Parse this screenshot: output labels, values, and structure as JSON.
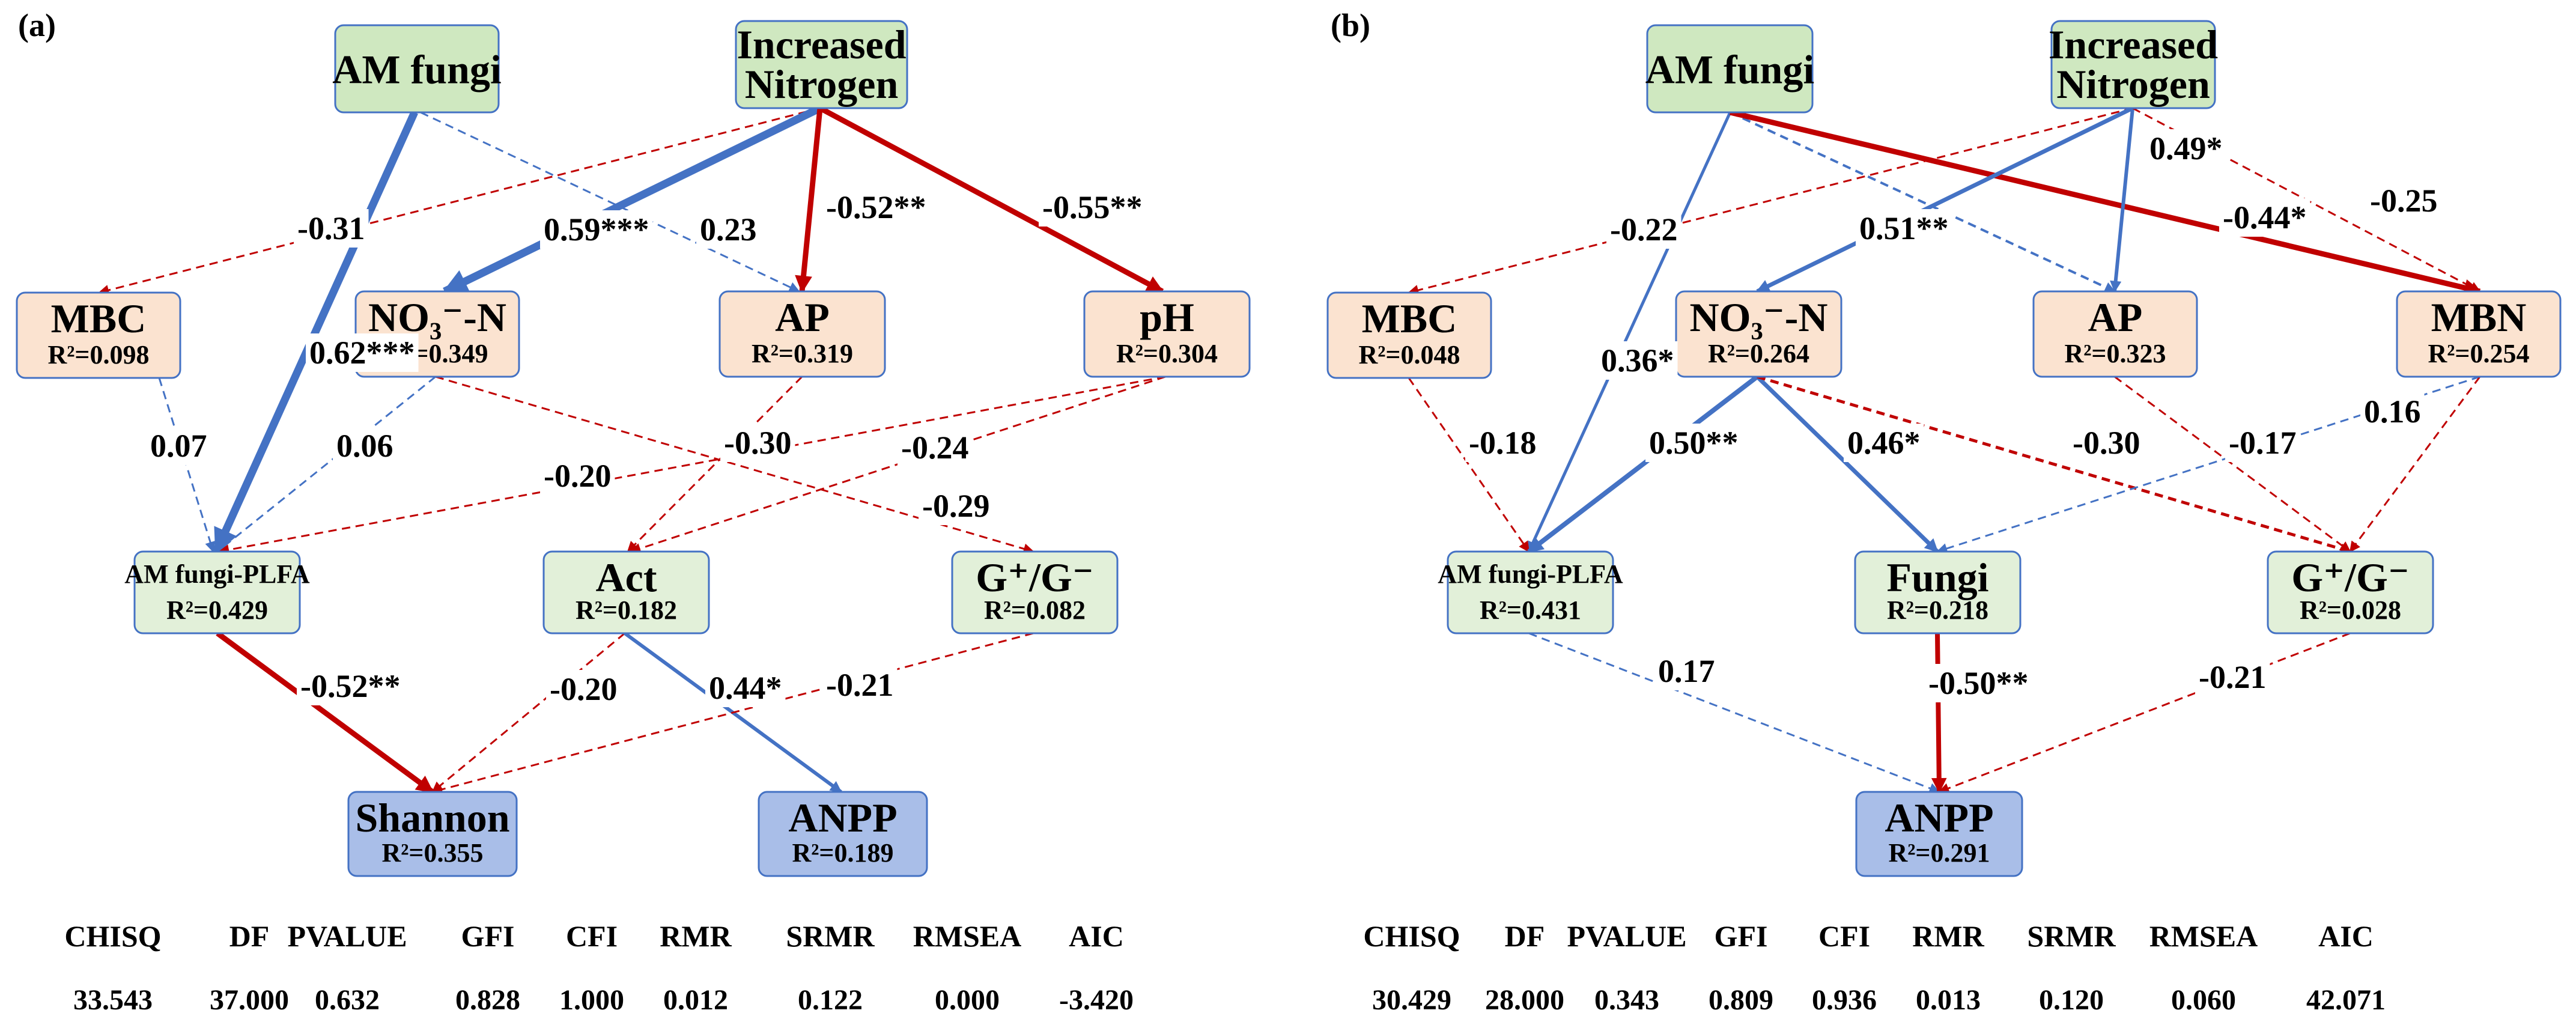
{
  "colors": {
    "positive": "#4472C4",
    "negative": "#C00000",
    "exogenous_fill": "#CFE8C0",
    "mediator_fill": "#FBE3D0",
    "response_fill": "#E2F0D9",
    "outcome_fill": "#A9BEE8",
    "node_stroke": "#4472C4"
  },
  "panels": [
    {
      "label": "(a)",
      "nodes": [
        {
          "id": "amf",
          "title": "AM fungi",
          "r2": "",
          "kind": "exogenous"
        },
        {
          "id": "inn",
          "title": "Increased",
          "title2": "Nitrogen",
          "r2": "",
          "kind": "exogenous"
        },
        {
          "id": "mbc",
          "title": "MBC",
          "r2": "R²=0.098",
          "kind": "mediator"
        },
        {
          "id": "no3",
          "title": "NO₃⁻-N",
          "r2": "R²=0.349",
          "kind": "mediator"
        },
        {
          "id": "ap",
          "title": "AP",
          "r2": "R²=0.319",
          "kind": "mediator"
        },
        {
          "id": "ph",
          "title": "pH",
          "r2": "R²=0.304",
          "kind": "mediator"
        },
        {
          "id": "plfa",
          "title": "AM fungi-PLFA",
          "r2": "R²=0.429",
          "kind": "response",
          "small": true
        },
        {
          "id": "act",
          "title": "Act",
          "r2": "R²=0.182",
          "kind": "response"
        },
        {
          "id": "gg",
          "title": "G⁺/G⁻",
          "r2": "R²=0.082",
          "kind": "response"
        },
        {
          "id": "shannon",
          "title": "Shannon",
          "r2": "R²=0.355",
          "kind": "outcome"
        },
        {
          "id": "anpp",
          "title": "ANPP",
          "r2": "R²=0.189",
          "kind": "outcome"
        }
      ],
      "paths": [
        {
          "from": "amf",
          "to": "plfa",
          "coef": "0.62***",
          "sign": "positive",
          "significant": true,
          "width": 13
        },
        {
          "from": "amf",
          "to": "ap",
          "coef": "0.23",
          "sign": "positive",
          "significant": false,
          "width": 3
        },
        {
          "from": "inn",
          "to": "mbc",
          "coef": "-0.31",
          "sign": "negative",
          "significant": false,
          "width": 3
        },
        {
          "from": "inn",
          "to": "no3",
          "coef": "0.59***",
          "sign": "positive",
          "significant": true,
          "width": 13
        },
        {
          "from": "inn",
          "to": "ap",
          "coef": "-0.52**",
          "sign": "negative",
          "significant": true,
          "width": 9
        },
        {
          "from": "inn",
          "to": "ph",
          "coef": "-0.55**",
          "sign": "negative",
          "significant": true,
          "width": 9
        },
        {
          "from": "mbc",
          "to": "plfa",
          "coef": "0.07",
          "sign": "positive",
          "significant": false,
          "width": 3
        },
        {
          "from": "no3",
          "to": "plfa",
          "coef": "0.06",
          "sign": "positive",
          "significant": false,
          "width": 3
        },
        {
          "from": "no3",
          "to": "gg",
          "coef": "-0.29",
          "sign": "negative",
          "significant": false,
          "width": 3
        },
        {
          "from": "ap",
          "to": "act",
          "coef": "-0.30",
          "sign": "negative",
          "significant": false,
          "width": 3
        },
        {
          "from": "ph",
          "to": "plfa",
          "coef": "-0.20",
          "sign": "negative",
          "significant": false,
          "width": 3
        },
        {
          "from": "ph",
          "to": "act",
          "coef": "-0.24",
          "sign": "negative",
          "significant": false,
          "width": 3
        },
        {
          "from": "plfa",
          "to": "shannon",
          "coef": "-0.52**",
          "sign": "negative",
          "significant": true,
          "width": 9
        },
        {
          "from": "act",
          "to": "shannon",
          "coef": "-0.20",
          "sign": "negative",
          "significant": false,
          "width": 3
        },
        {
          "from": "act",
          "to": "anpp",
          "coef": "0.44*",
          "sign": "positive",
          "significant": true,
          "width": 6
        },
        {
          "from": "gg",
          "to": "shannon",
          "coef": "-0.21",
          "sign": "negative",
          "significant": false,
          "width": 3
        }
      ],
      "fit": {
        "headers": [
          "CHISQ",
          "DF",
          "PVALUE",
          "GFI",
          "CFI",
          "RMR",
          "SRMR",
          "RMSEA",
          "AIC"
        ],
        "values": [
          "33.543",
          "37.000",
          "0.632",
          "0.828",
          "1.000",
          "0.012",
          "0.122",
          "0.000",
          "-3.420"
        ]
      }
    },
    {
      "label": "(b)",
      "nodes": [
        {
          "id": "amf",
          "title": "AM fungi",
          "r2": "",
          "kind": "exogenous"
        },
        {
          "id": "inn",
          "title": "Increased",
          "title2": "Nitrogen",
          "r2": "",
          "kind": "exogenous"
        },
        {
          "id": "mbc",
          "title": "MBC",
          "r2": "R²=0.048",
          "kind": "mediator"
        },
        {
          "id": "no3",
          "title": "NO₃⁻-N",
          "r2": "R²=0.264",
          "kind": "mediator"
        },
        {
          "id": "ap",
          "title": "AP",
          "r2": "R²=0.323",
          "kind": "mediator"
        },
        {
          "id": "mbn",
          "title": "MBN",
          "r2": "R²=0.254",
          "kind": "mediator"
        },
        {
          "id": "plfa",
          "title": "AM fungi-PLFA",
          "r2": "R²=0.431",
          "kind": "response",
          "small": true
        },
        {
          "id": "fungi",
          "title": "Fungi",
          "r2": "R²=0.218",
          "kind": "response"
        },
        {
          "id": "gg",
          "title": "G⁺/G⁻",
          "r2": "R²=0.028",
          "kind": "response"
        },
        {
          "id": "anpp",
          "title": "ANPP",
          "r2": "R²=0.291",
          "kind": "outcome"
        }
      ],
      "paths": [
        {
          "from": "amf",
          "to": "plfa",
          "coef": "0.36*",
          "sign": "positive",
          "significant": true,
          "width": 5
        },
        {
          "from": "amf",
          "to": "ap",
          "coef": "",
          "sign": "positive",
          "significant": false,
          "width": 4
        },
        {
          "from": "amf",
          "to": "mbn",
          "coef": "-0.44*",
          "sign": "negative",
          "significant": true,
          "width": 9
        },
        {
          "from": "inn",
          "to": "mbc",
          "coef": "-0.22",
          "sign": "negative",
          "significant": false,
          "width": 3
        },
        {
          "from": "inn",
          "to": "no3",
          "coef": "0.51**",
          "sign": "positive",
          "significant": true,
          "width": 7
        },
        {
          "from": "inn",
          "to": "ap",
          "coef": "0.49*",
          "sign": "positive",
          "significant": true,
          "width": 6
        },
        {
          "from": "inn",
          "to": "mbn",
          "coef": "-0.25",
          "sign": "negative",
          "significant": false,
          "width": 3
        },
        {
          "from": "mbc",
          "to": "plfa",
          "coef": "-0.18",
          "sign": "negative",
          "significant": false,
          "width": 3
        },
        {
          "from": "no3",
          "to": "plfa",
          "coef": "0.50**",
          "sign": "positive",
          "significant": true,
          "width": 8
        },
        {
          "from": "no3",
          "to": "fungi",
          "coef": "0.46*",
          "sign": "positive",
          "significant": true,
          "width": 7
        },
        {
          "from": "no3",
          "to": "gg",
          "coef": "-0.30",
          "sign": "negative",
          "significant": false,
          "width": 5
        },
        {
          "from": "ap",
          "to": "gg",
          "coef": "",
          "sign": "negative",
          "significant": false,
          "width": 3
        },
        {
          "from": "mbn",
          "to": "fungi",
          "coef": "0.16",
          "sign": "positive",
          "significant": false,
          "width": 3
        },
        {
          "from": "mbn",
          "to": "gg",
          "coef": "-0.17",
          "sign": "negative",
          "significant": false,
          "width": 3
        },
        {
          "from": "plfa",
          "to": "anpp",
          "coef": "0.17",
          "sign": "positive",
          "significant": false,
          "width": 3
        },
        {
          "from": "fungi",
          "to": "anpp",
          "coef": "-0.50**",
          "sign": "negative",
          "significant": true,
          "width": 8
        },
        {
          "from": "gg",
          "to": "anpp",
          "coef": "-0.21",
          "sign": "negative",
          "significant": false,
          "width": 3
        }
      ],
      "fit": {
        "headers": [
          "CHISQ",
          "DF",
          "PVALUE",
          "GFI",
          "CFI",
          "RMR",
          "SRMR",
          "RMSEA",
          "AIC"
        ],
        "values": [
          "30.429",
          "28.000",
          "0.343",
          "0.809",
          "0.936",
          "0.013",
          "0.120",
          "0.060",
          "42.071"
        ]
      }
    }
  ]
}
